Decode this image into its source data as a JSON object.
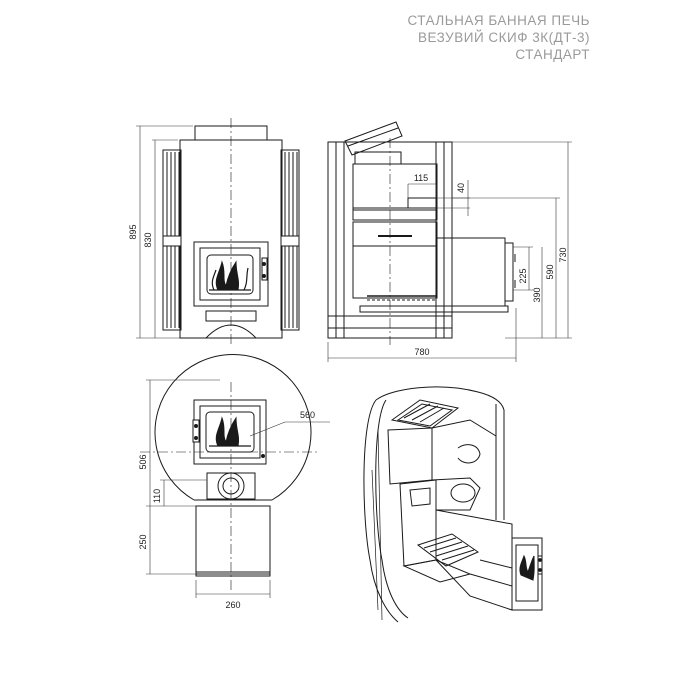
{
  "title": {
    "line1": "СТАЛЬНАЯ БАННАЯ ПЕЧЬ",
    "line2": "ВЕЗУВИЙ СКИФ 3К(ДТ-3)",
    "line3": "СТАНДАРТ"
  },
  "dimensions": {
    "front_total_height": "895",
    "front_body_height": "830",
    "side_top_width": "115",
    "side_top_height": "40",
    "side_height_730": "730",
    "side_height_590": "590",
    "side_height_390": "390",
    "side_height_225": "225",
    "side_width": "780",
    "top_diameter": "560",
    "top_depth": "506",
    "top_offset": "110",
    "tunnel_length": "250",
    "tunnel_width": "260"
  },
  "colors": {
    "line": "#1a1a1a",
    "dim_line": "#333333",
    "title": "#9a9a9a"
  }
}
